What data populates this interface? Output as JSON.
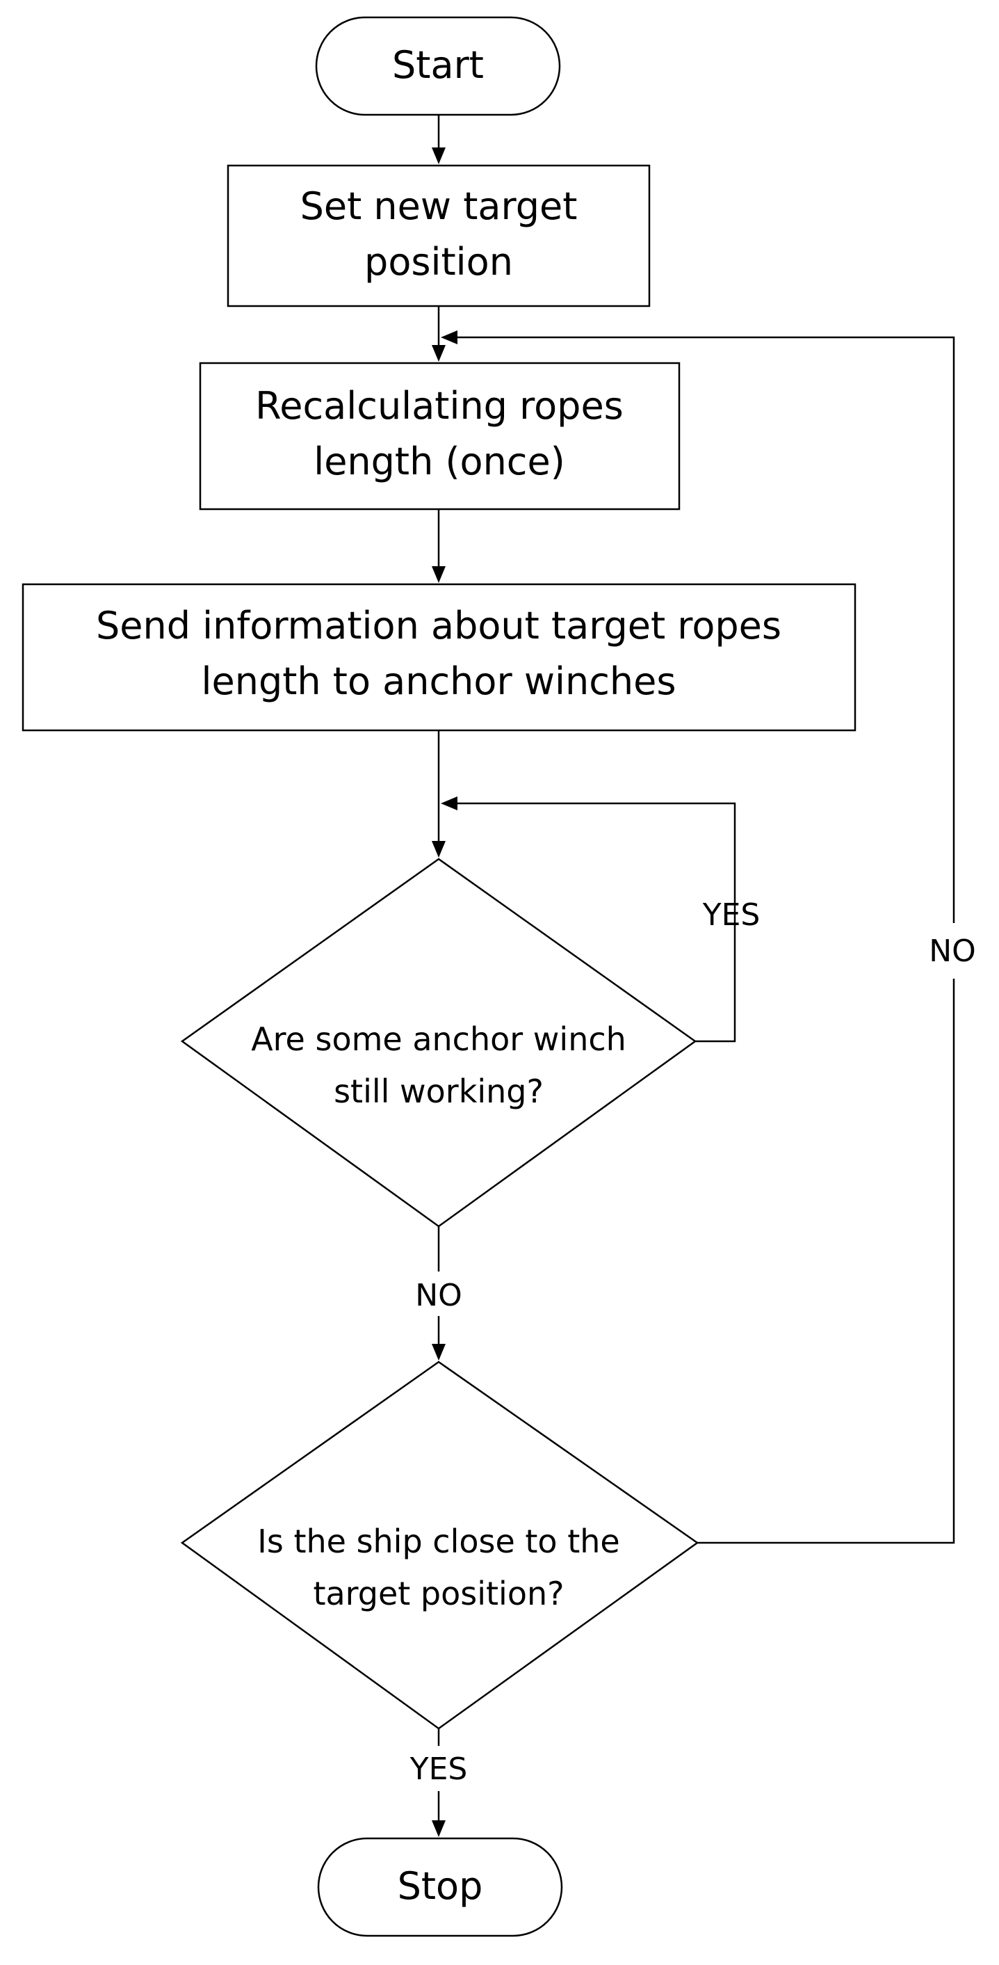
{
  "colors": {
    "stroke": "#000000",
    "fill": "#ffffff",
    "text": "#000000"
  },
  "nodes": {
    "start": {
      "text": "Start"
    },
    "set_target": {
      "lines": [
        "Set new target",
        "position"
      ]
    },
    "recalc": {
      "lines": [
        "Recalculating ropes",
        "length (once)"
      ]
    },
    "send_info": {
      "lines": [
        "Send information about target ropes",
        "length to anchor winches"
      ]
    },
    "winch_check": {
      "lines": [
        "Are some anchor winch",
        "still working?"
      ]
    },
    "ship_check": {
      "lines": [
        "Is the ship close to the",
        "target position?"
      ]
    },
    "stop": {
      "text": "Stop"
    }
  },
  "edges": {
    "winch_yes": "YES",
    "winch_no": "NO",
    "ship_no": "NO",
    "ship_yes": "YES"
  }
}
